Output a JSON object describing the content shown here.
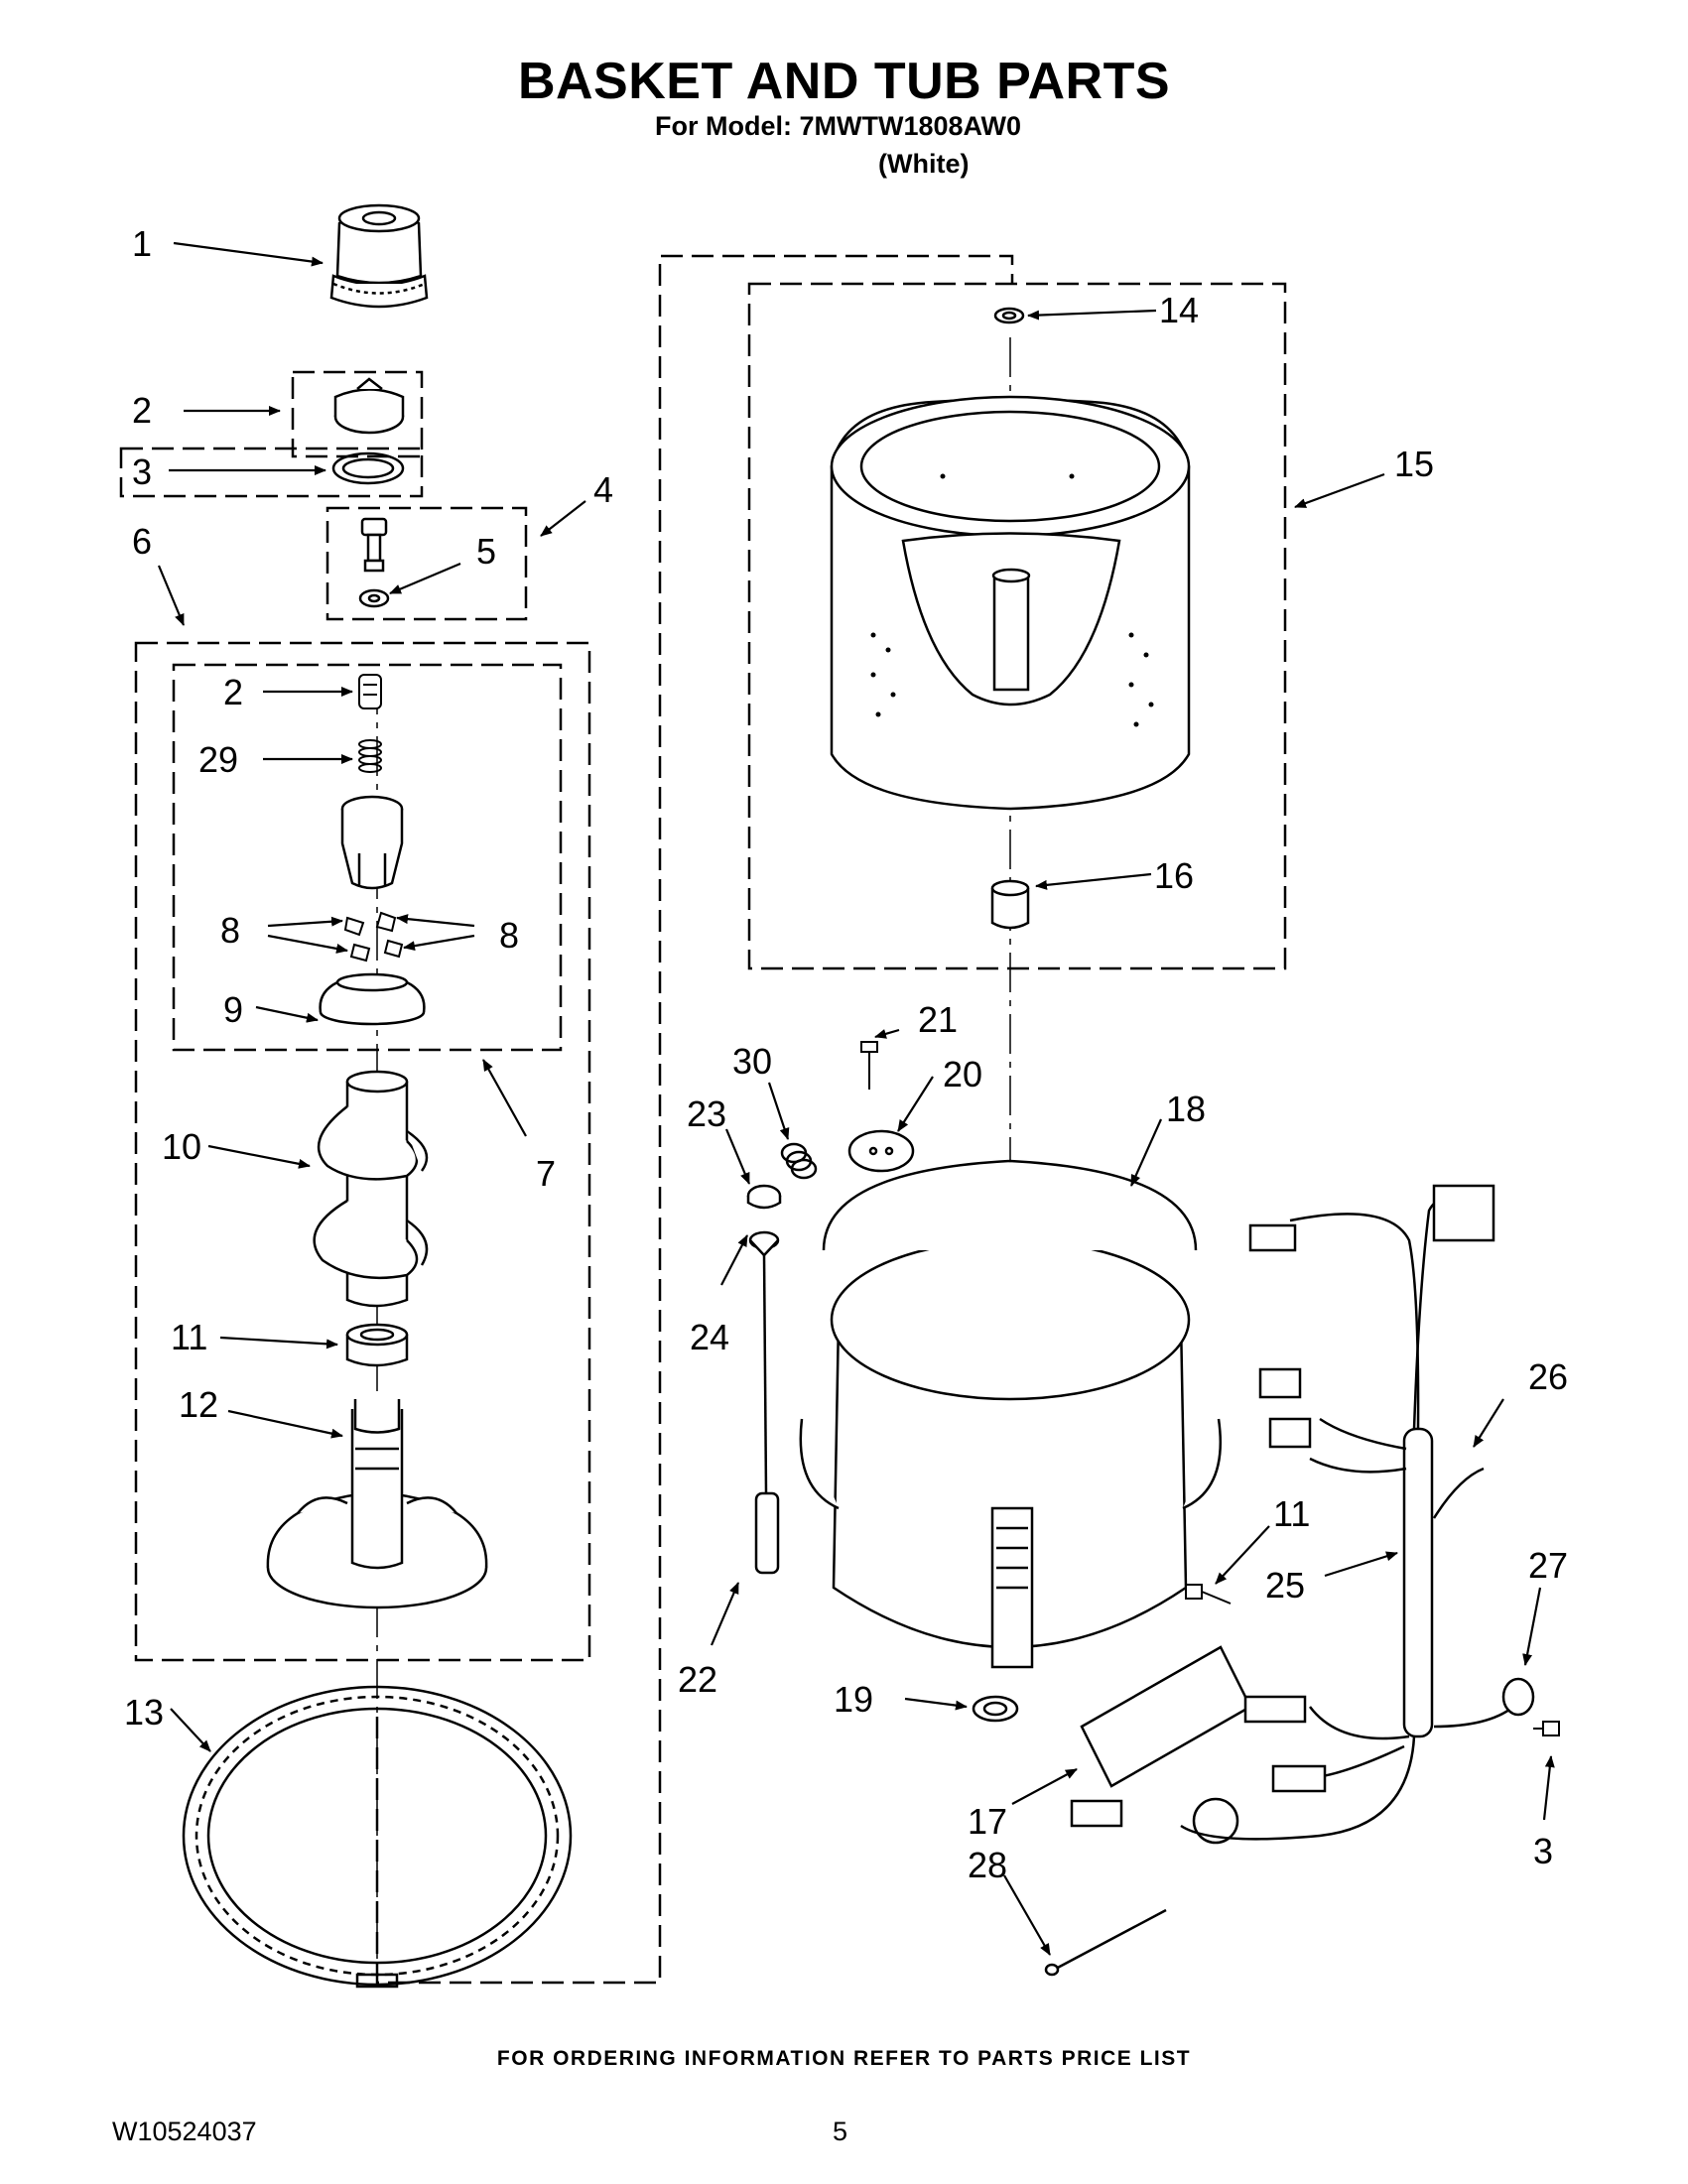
{
  "title": "BASKET AND TUB PARTS",
  "model_line": "For Model: 7MWTW1808AW0",
  "variant": "(White)",
  "callouts": {
    "c1": "1",
    "c2a": "2",
    "c3a": "3",
    "c4": "4",
    "c5": "5",
    "c6": "6",
    "c2b": "2",
    "c29": "29",
    "c8a": "8",
    "c8b": "8",
    "c9": "9",
    "c7": "7",
    "c10": "10",
    "c11a": "11",
    "c12": "12",
    "c13": "13",
    "c14": "14",
    "c15": "15",
    "c16": "16",
    "c21": "21",
    "c30": "30",
    "c20": "20",
    "c23": "23",
    "c18": "18",
    "c24": "24",
    "c26": "26",
    "c11b": "11",
    "c25": "25",
    "c27": "27",
    "c22": "22",
    "c19": "19",
    "c17": "17",
    "c3b": "3",
    "c28": "28"
  },
  "footer": "FOR ORDERING INFORMATION REFER TO PARTS PRICE LIST",
  "doc_number": "W10524037",
  "page_number": "5"
}
